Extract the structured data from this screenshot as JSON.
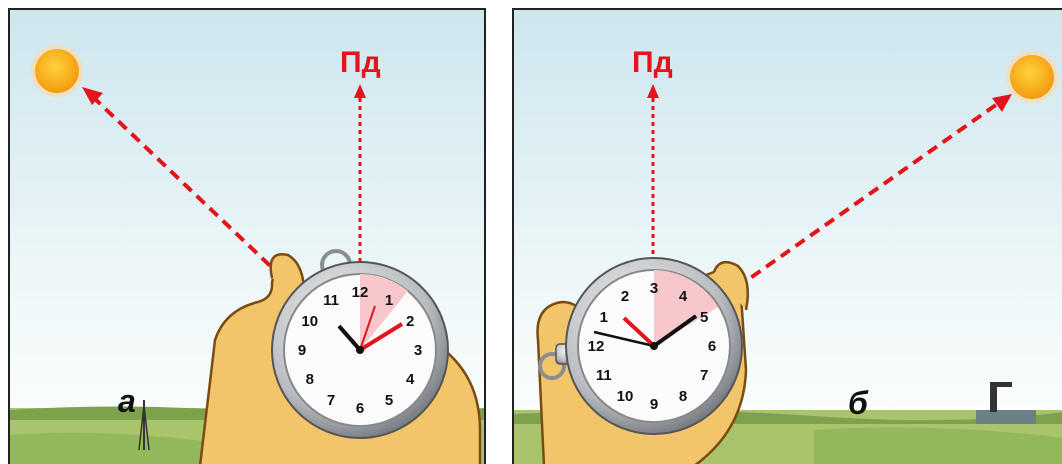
{
  "panel_a": {
    "letter": "а",
    "north_label": "Пд",
    "dial_numbers": [
      "12",
      "1",
      "2",
      "3",
      "4",
      "5",
      "6",
      "7",
      "8",
      "9",
      "10",
      "11"
    ]
  },
  "panel_b": {
    "letter": "б",
    "north_label": "Пд",
    "dial_numbers": [
      "12",
      "1",
      "2",
      "3",
      "4",
      "5",
      "6",
      "7",
      "8",
      "9",
      "10",
      "11"
    ]
  },
  "colors": {
    "arrow": "#e3141b",
    "sector": "#f7c7cc",
    "sun": "#f6a313",
    "sky_top": "#cfe6ee",
    "sky_bottom": "#ffffff",
    "skin": "#f2c56a"
  }
}
